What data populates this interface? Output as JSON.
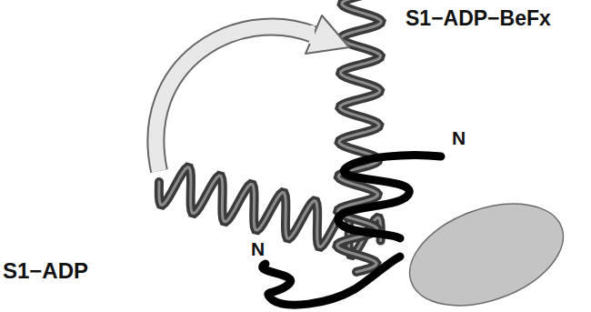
{
  "diagram": {
    "labels": [
      "S1−ADP−BeFx",
      "N",
      "N",
      "S1−ADP"
    ]
  }
}
